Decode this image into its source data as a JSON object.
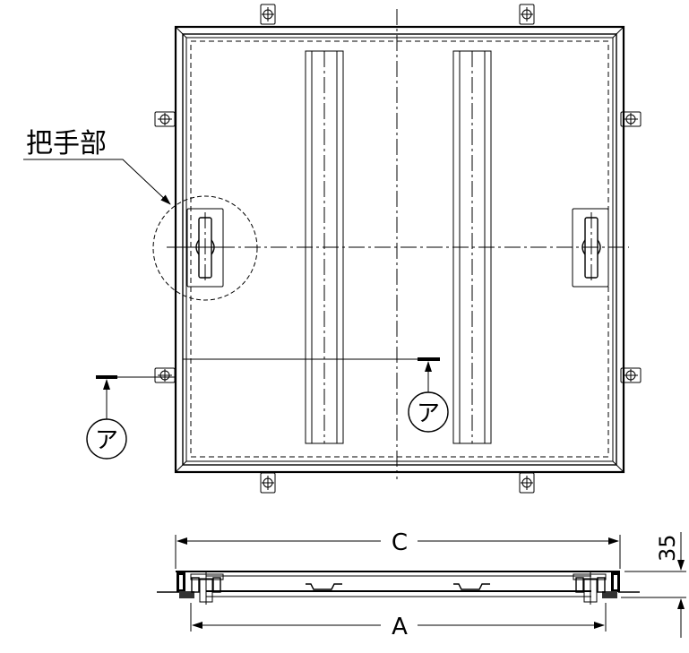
{
  "drawing": {
    "colors": {
      "line": "#000000",
      "background": "#ffffff"
    },
    "plan_view": {
      "callout_label": "把手部",
      "section_marker_left": "ア",
      "section_marker_right": "ア"
    },
    "section_view": {
      "dimension_overall": "C",
      "dimension_inner": "A",
      "dimension_height": "35"
    }
  }
}
